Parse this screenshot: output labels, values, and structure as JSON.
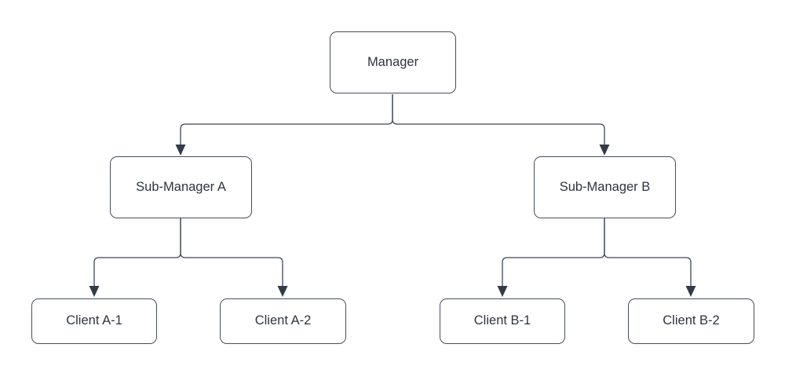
{
  "diagram": {
    "type": "org-chart",
    "levels": 3,
    "nodes": {
      "manager": {
        "label": "Manager"
      },
      "sub_manager_a": {
        "label": "Sub-Manager A"
      },
      "sub_manager_b": {
        "label": "Sub-Manager B"
      },
      "client_a1": {
        "label": "Client A-1"
      },
      "client_a2": {
        "label": "Client A-2"
      },
      "client_b1": {
        "label": "Client B-1"
      },
      "client_b2": {
        "label": "Client B-2"
      }
    },
    "edges": [
      {
        "from": "Manager",
        "to": "Sub-Manager A",
        "arrow": "filled-triangle"
      },
      {
        "from": "Manager",
        "to": "Sub-Manager B",
        "arrow": "filled-triangle"
      },
      {
        "from": "Sub-Manager A",
        "to": "Client A-1",
        "arrow": "filled-triangle"
      },
      {
        "from": "Sub-Manager A",
        "to": "Client A-2",
        "arrow": "filled-triangle"
      },
      {
        "from": "Sub-Manager B",
        "to": "Client B-1",
        "arrow": "filled-triangle"
      },
      {
        "from": "Sub-Manager B",
        "to": "Client B-2",
        "arrow": "filled-triangle"
      }
    ],
    "colors": {
      "background": "#ffffff",
      "node_fill": "#ffffff",
      "node_border": "#474e5c",
      "edge_line": "#40485a",
      "arrow_fill": "#333b49",
      "text": "#2e3440"
    }
  }
}
